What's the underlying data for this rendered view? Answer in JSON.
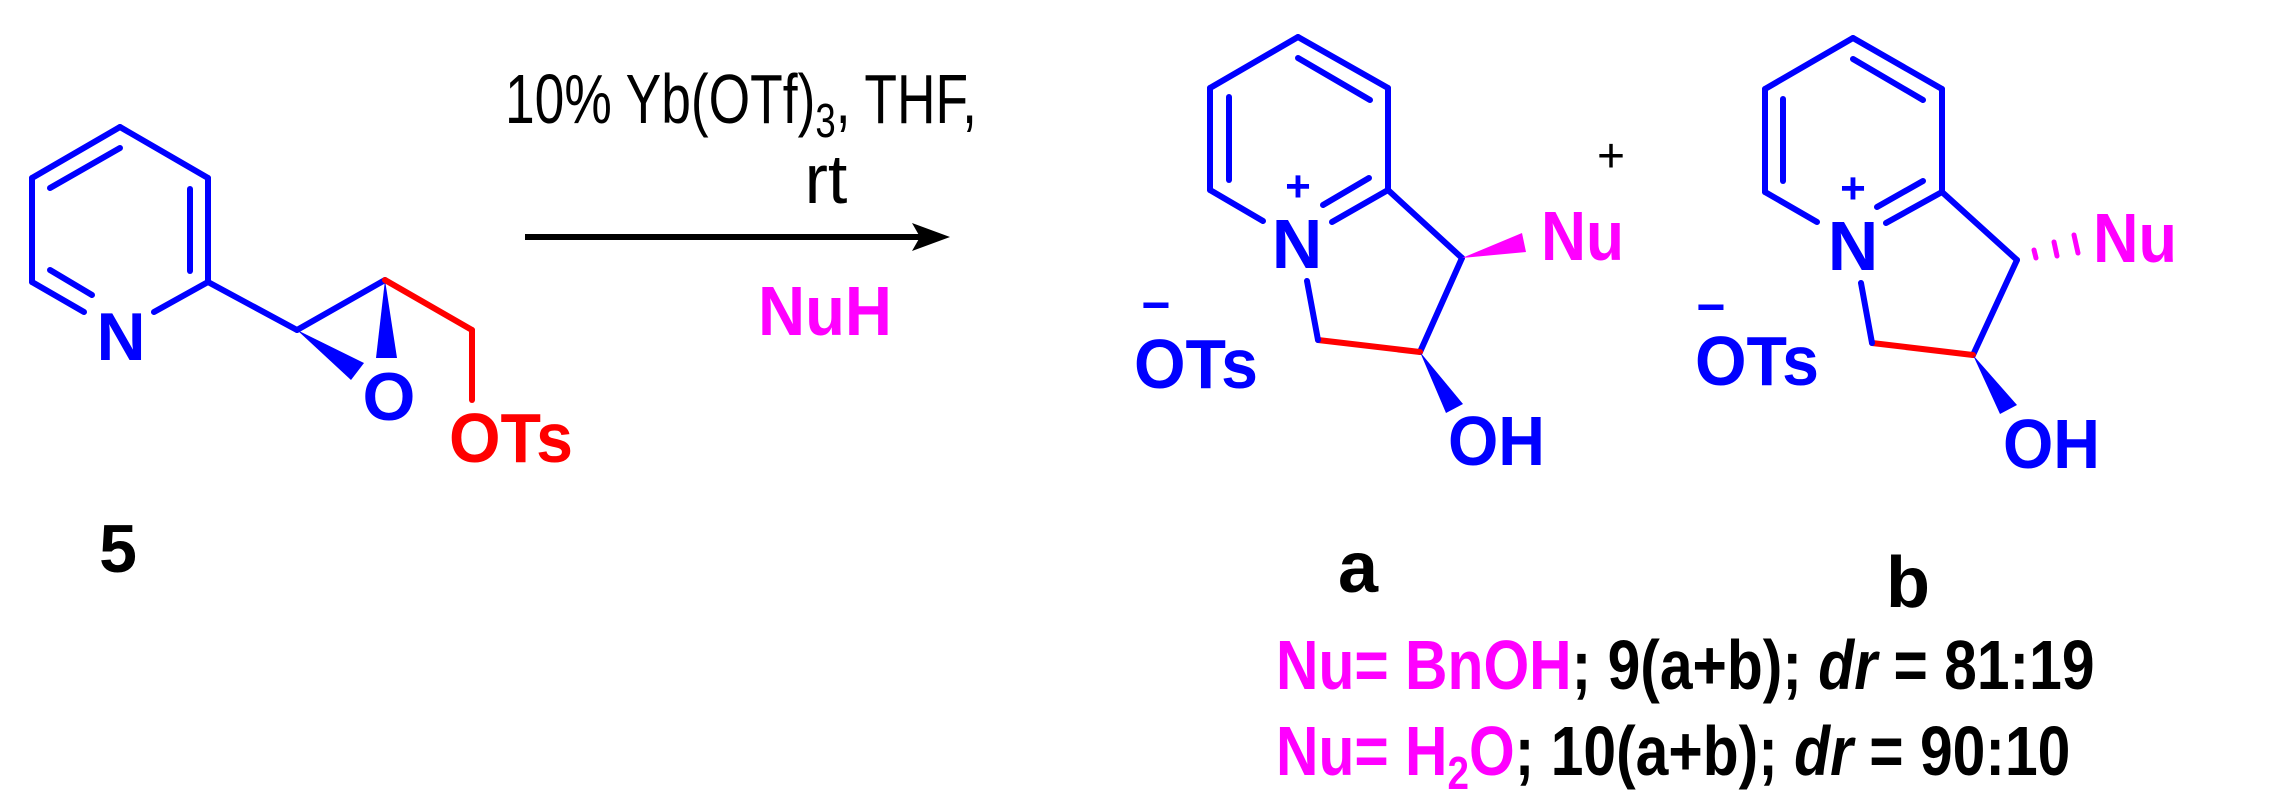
{
  "colors": {
    "skeleton": "#0000FF",
    "highlight_bond": "#FF0000",
    "nucleophile": "#FF00FF",
    "text": "#000000"
  },
  "starting_material": {
    "compound_number": "5",
    "atoms": {
      "ring_n": "N",
      "epoxide_o": "O",
      "leaving_group": "OTs"
    }
  },
  "arrow": {
    "conditions_line1_pre": "10% Yb(OTf)",
    "conditions_line1_sub": "3",
    "conditions_line1_post": ", THF,",
    "conditions_line2": "rt",
    "reagent": "NuH"
  },
  "products": {
    "plus_sign": "+",
    "a": {
      "label": "a",
      "ring_n": "N",
      "charge": "+",
      "counterion_charge": "−",
      "counterion": "OTs",
      "substituent": "Nu",
      "hydroxyl": "OH",
      "nu_stereo": "wedge"
    },
    "b": {
      "label": "b",
      "ring_n": "N",
      "charge": "+",
      "counterion_charge": "−",
      "counterion": "OTs",
      "substituent": "Nu",
      "hydroxyl": "OH",
      "nu_stereo": "hash"
    }
  },
  "results": [
    {
      "nu_prefix": "Nu= ",
      "nu_name": "BnOH",
      "nu_name_sub": "",
      "nu_name_post": "",
      "sep1": "; ",
      "compound": "9(a+b)",
      "sep2": "; ",
      "dr_label": "dr",
      "dr_eq": " = ",
      "dr_value": "81:19"
    },
    {
      "nu_prefix": "Nu= ",
      "nu_name": "H",
      "nu_name_sub": "2",
      "nu_name_post": "O",
      "sep1": "; ",
      "compound": "10(a+b)",
      "sep2": "; ",
      "dr_label": "dr",
      "dr_eq": " = ",
      "dr_value": "90:10"
    }
  ]
}
